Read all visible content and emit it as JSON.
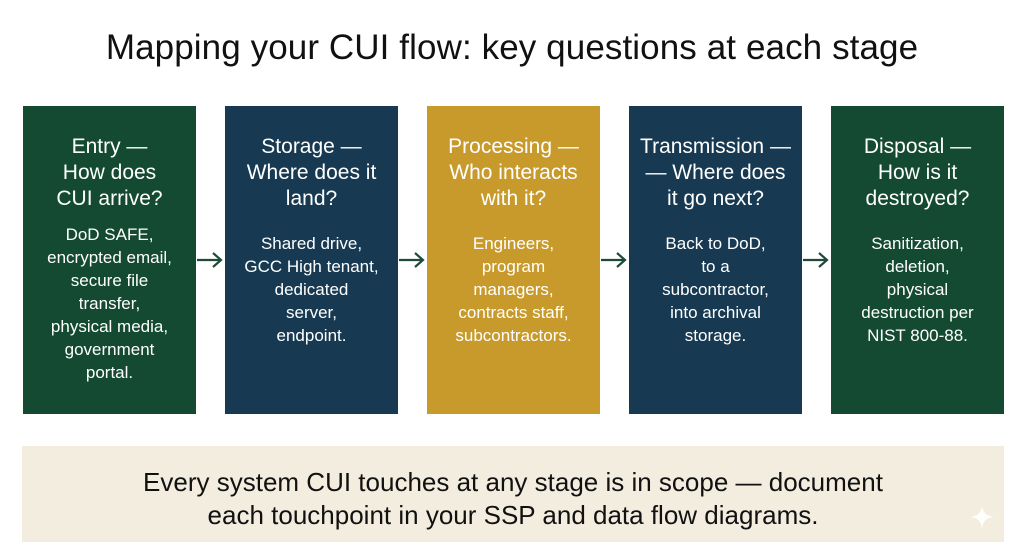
{
  "title": "Mapping your CUI flow: key questions at each stage",
  "stages": [
    {
      "title_lines": [
        "Entry —",
        "How does",
        "CUI arrive?"
      ],
      "body_lines": [
        "DoD SAFE,",
        "encrypted email,",
        "secure file",
        "transfer,",
        "physical media,",
        "government",
        "portal."
      ]
    },
    {
      "title_lines": [
        "Storage —",
        "Where does it",
        "land?"
      ],
      "body_lines": [
        "Shared drive,",
        "GCC High tenant,",
        "dedicated",
        "server,",
        "endpoint."
      ]
    },
    {
      "title_lines": [
        "Processing —",
        "Who interacts",
        "with it?"
      ],
      "body_lines": [
        "Engineers,",
        "program",
        "managers,",
        "contracts staff,",
        "subcontractors."
      ]
    },
    {
      "title_lines": [
        "Transmission —",
        "— Where does",
        "it go next?"
      ],
      "body_lines": [
        "Back to DoD,",
        "to a",
        "subcontractor,",
        "into archival",
        "storage."
      ]
    },
    {
      "title_lines": [
        "Disposal —",
        "How is it",
        "destroyed?"
      ],
      "body_lines": [
        "Sanitization,",
        "deletion,",
        "physical",
        "destruction per",
        "NIST 800-88."
      ]
    }
  ],
  "footer_lines": [
    "Every system CUI touches at any stage is in scope — document",
    "each touchpoint in your SSP and data flow diagrams."
  ],
  "colors": {
    "green": "#134a31",
    "navy": "#173a52",
    "gold": "#c89a2b",
    "arrow": "#1f4a38",
    "footer_bg": "#f3ede0"
  },
  "icons": {
    "arrow": "arrow-right-icon",
    "sparkle": "sparkle-icon"
  }
}
